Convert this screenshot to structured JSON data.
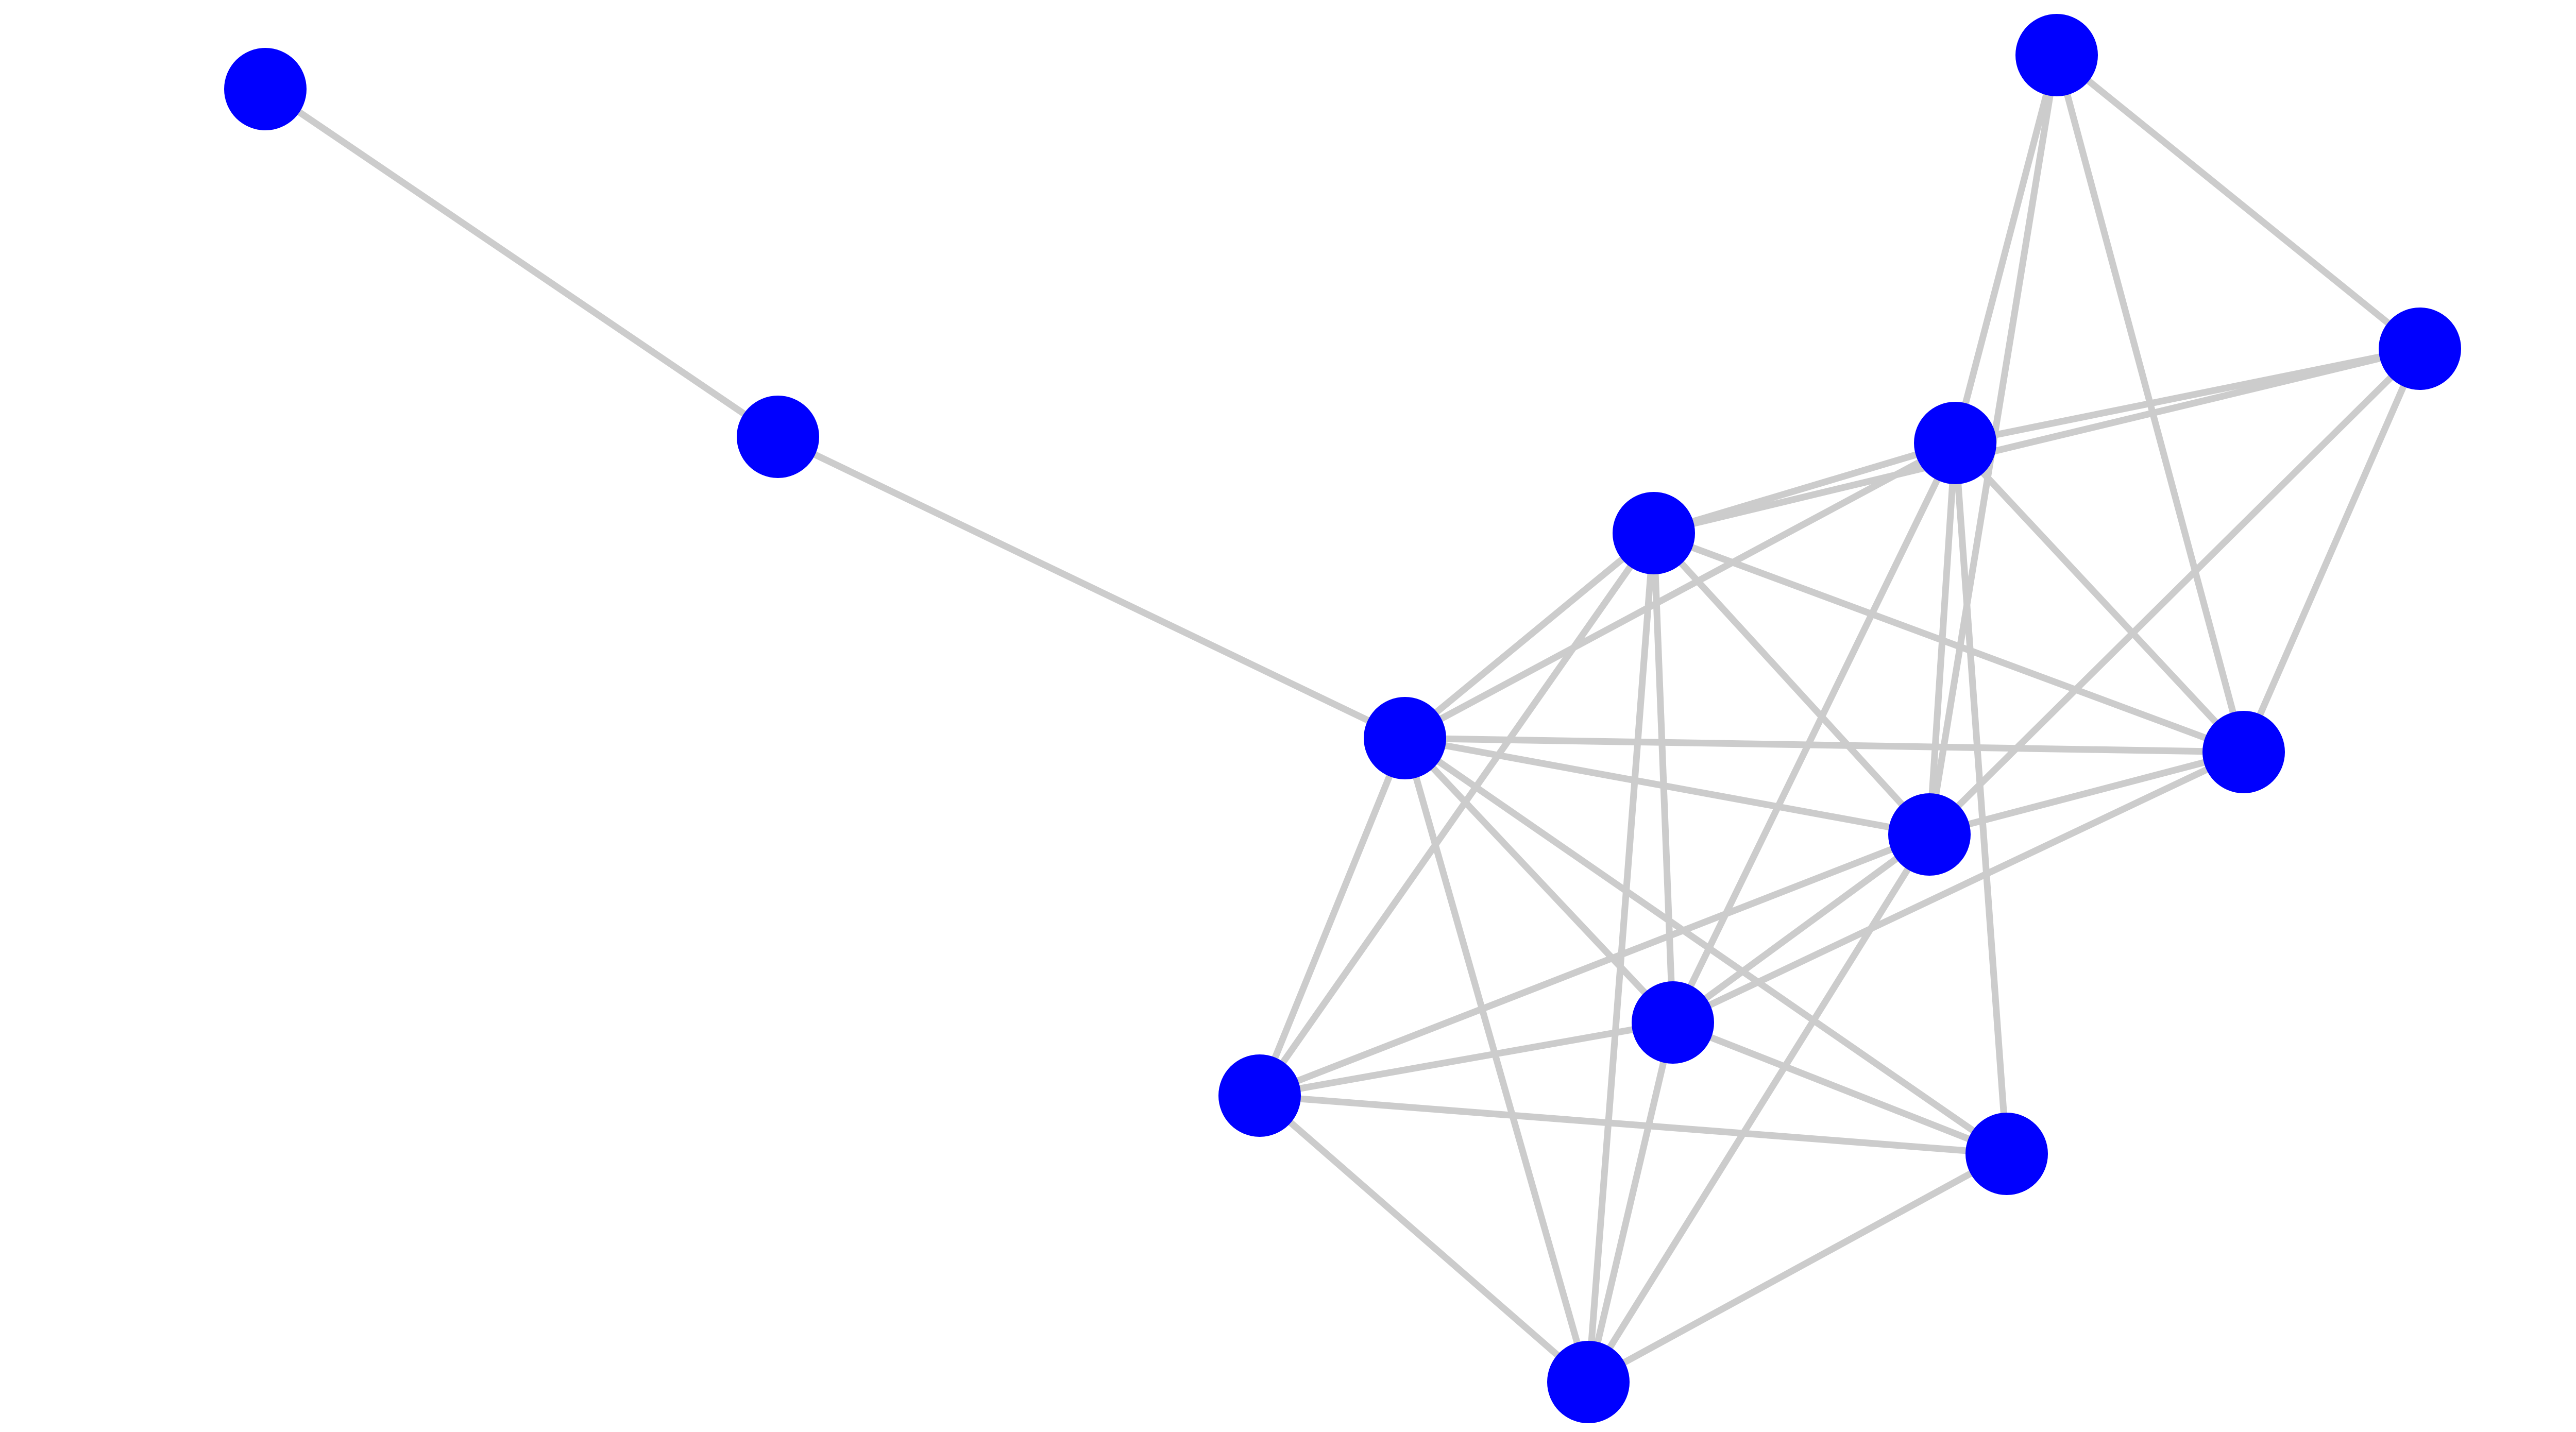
{
  "graph": {
    "node_color": "#0000FF",
    "edge_color": "#CCCCCC",
    "background": "#FFFFFF",
    "nodes": [
      {
        "id": "n0"
      },
      {
        "id": "n1"
      },
      {
        "id": "n2"
      },
      {
        "id": "n3"
      },
      {
        "id": "n4"
      },
      {
        "id": "n5"
      },
      {
        "id": "n6"
      },
      {
        "id": "n7"
      },
      {
        "id": "n8"
      },
      {
        "id": "n9"
      },
      {
        "id": "n10"
      },
      {
        "id": "n11"
      },
      {
        "id": "n12"
      },
      {
        "id": "n13"
      }
    ],
    "edges": [
      [
        "n0",
        "n1"
      ],
      [
        "n1",
        "n2"
      ],
      [
        "n2",
        "n3"
      ],
      [
        "n2",
        "n4"
      ],
      [
        "n2",
        "n5"
      ],
      [
        "n2",
        "n6"
      ],
      [
        "n2",
        "n7"
      ],
      [
        "n2",
        "n8"
      ],
      [
        "n2",
        "n9"
      ],
      [
        "n2",
        "n11"
      ],
      [
        "n3",
        "n4"
      ],
      [
        "n3",
        "n6"
      ],
      [
        "n3",
        "n7"
      ],
      [
        "n3",
        "n8"
      ],
      [
        "n3",
        "n10"
      ],
      [
        "n3",
        "n11"
      ],
      [
        "n3",
        "n12"
      ],
      [
        "n4",
        "n5"
      ],
      [
        "n4",
        "n6"
      ],
      [
        "n4",
        "n7"
      ],
      [
        "n4",
        "n9"
      ],
      [
        "n4",
        "n10"
      ],
      [
        "n4",
        "n12"
      ],
      [
        "n5",
        "n8"
      ],
      [
        "n5",
        "n9"
      ],
      [
        "n5",
        "n11"
      ],
      [
        "n5",
        "n12"
      ],
      [
        "n5",
        "n13"
      ],
      [
        "n6",
        "n7"
      ],
      [
        "n6",
        "n8"
      ],
      [
        "n6",
        "n10"
      ],
      [
        "n6",
        "n11"
      ],
      [
        "n6",
        "n12"
      ],
      [
        "n7",
        "n8"
      ],
      [
        "n7",
        "n9"
      ],
      [
        "n7",
        "n11"
      ],
      [
        "n8",
        "n9"
      ],
      [
        "n8",
        "n11"
      ],
      [
        "n9",
        "n10"
      ],
      [
        "n11",
        "n12"
      ],
      [
        "n11",
        "n13"
      ],
      [
        "n12",
        "n13"
      ]
    ]
  }
}
